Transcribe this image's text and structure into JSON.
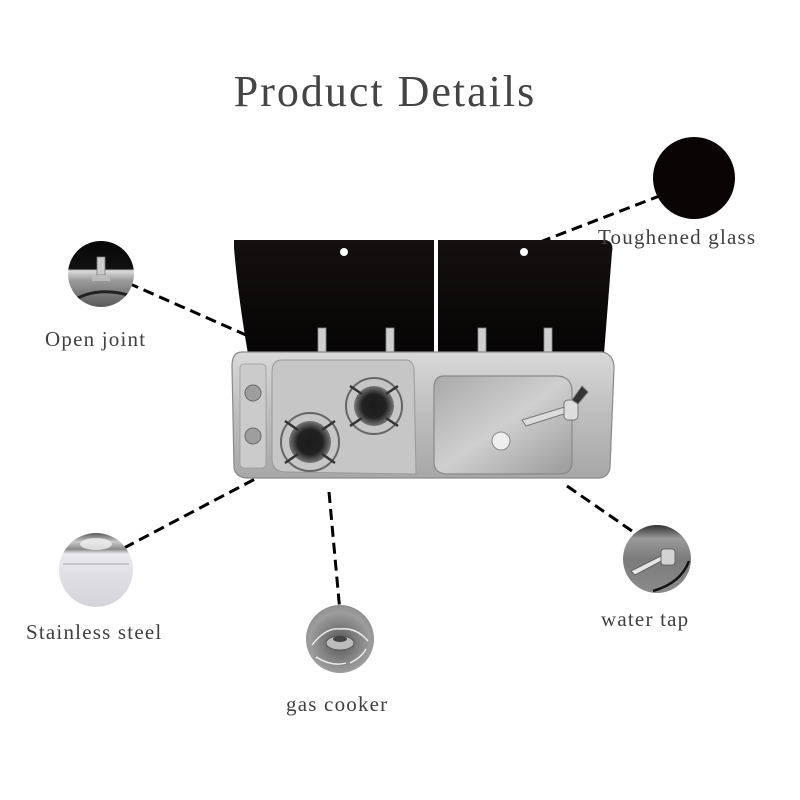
{
  "page": {
    "title": "Product Details"
  },
  "callouts": [
    {
      "id": "toughened-glass",
      "label": "Toughened glass"
    },
    {
      "id": "open-joint",
      "label": "Open joint"
    },
    {
      "id": "stainless-steel",
      "label": "Stainless steel"
    },
    {
      "id": "gas-cooker",
      "label": "gas cooker"
    },
    {
      "id": "water-tap",
      "label": "water tap"
    }
  ],
  "product": {
    "name": "2-burner gas hob and sink combo with glass lids",
    "burner_count": 2,
    "lid_count": 2
  },
  "colors": {
    "background": "#ffffff",
    "text": "#444444",
    "glass": "#0a0506",
    "steel": "#b9b9b9",
    "leader_line": "#000000"
  }
}
